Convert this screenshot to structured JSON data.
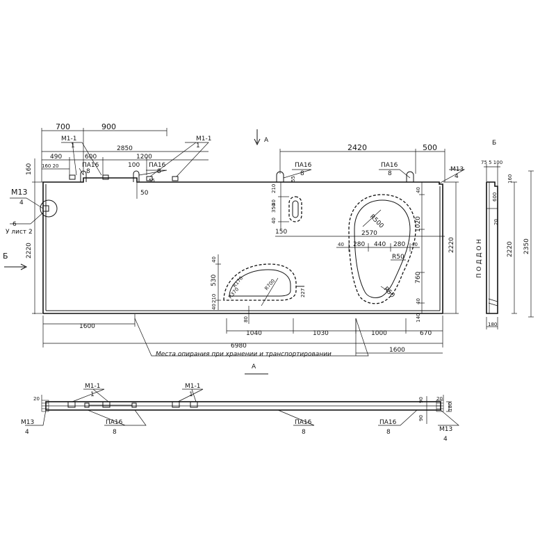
{
  "marks": {
    "m11": "М1-1",
    "m13": "М13",
    "pa16": "ПА16",
    "count_1": "1",
    "count_4": "4",
    "count_8": "8",
    "section_a": "А",
    "section_b": "Б",
    "leaf_ref_num": "6",
    "leaf_ref_text": "У лист 2",
    "podadon": "П О Д Д О Н",
    "support_note": "Места опирания при хранении и транспортировании"
  },
  "dims": {
    "d700": "700",
    "d900": "900",
    "d2850": "2850",
    "d490": "490",
    "d600": "600",
    "d1200": "1200",
    "d100": "100",
    "d160": "160",
    "d160_20": "160 20",
    "d55": "55",
    "d50": "50",
    "d2420": "2420",
    "d500": "500",
    "d210": "210",
    "d350": "350",
    "d40": "40",
    "d150": "150",
    "d2570": "2570",
    "d280": "280",
    "d440": "440",
    "d1020": "1020",
    "d760": "760",
    "d140": "140",
    "d2220": "2220",
    "d530": "530",
    "d227": "227",
    "d80": "80",
    "d1600": "1600",
    "d1040": "1040",
    "d1030": "1030",
    "d1000": "1000",
    "d670": "670",
    "d6980": "6980",
    "d75_5_100": "75 5 100",
    "d2350": "2350",
    "d180": "180",
    "d20": "20",
    "d90": "90",
    "r50": "R50",
    "r500": "R500",
    "r170": "R170",
    "r700": "R700",
    "r370": "R370"
  }
}
